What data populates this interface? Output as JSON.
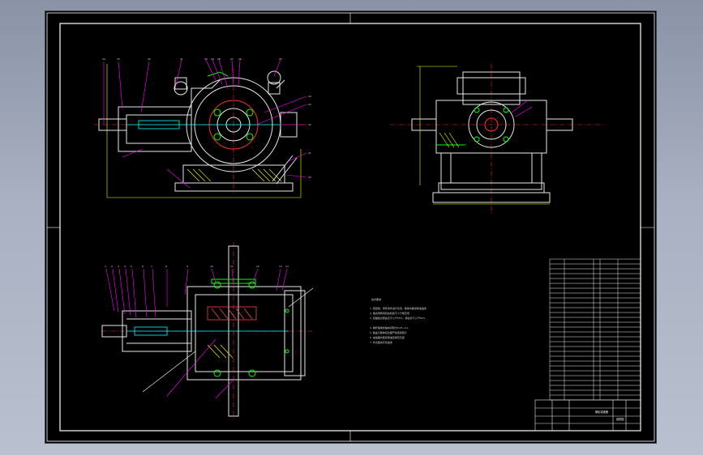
{
  "drawing": {
    "notes_block": {
      "heading": "技术要求",
      "lines": [
        "1. 装配前，所有零件进行清洗，箱体内壁涂耐油油漆",
        "2. 啮合侧隙用铅丝检验不小于规定值",
        "3. 接触斑点按齿高不小于55%，按齿长不小于50%",
        "4. 蜗杆轴承的轴向间隙为0.05~0.1",
        "5. 箱盖与箱体接合面严禁使用垫片",
        "6. 减速器内装润滑油至规定高度",
        "7. 外表面涂灰色油漆"
      ]
    },
    "title_block": {
      "main_title": "蜗轮减速器",
      "drawing_no": "装配图"
    },
    "colors": {
      "frame": "#ffffff",
      "lines_white": "#e8e8e8",
      "leaders": "#ff00ff",
      "center_lines": "#ff2020",
      "dims": "#ffff00",
      "hatch_green": "#00ff00",
      "cyan": "#00ffff",
      "background": "#000000"
    }
  }
}
